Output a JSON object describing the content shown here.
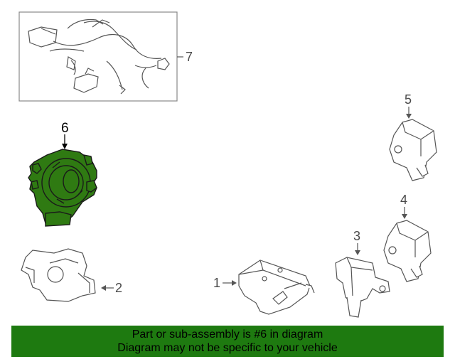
{
  "callouts": {
    "c1": "1",
    "c2": "2",
    "c3": "3",
    "c4": "4",
    "c5": "5",
    "c6": "6",
    "c7": "7"
  },
  "highlight_part": "6",
  "colors": {
    "highlight_fill": "#2f7a12",
    "banner_bg": "#1e7a10",
    "line": "#555555"
  },
  "banner": {
    "line1": "Part or sub-assembly is #6 in diagram",
    "line2": "Diagram may not be specific to your vehicle"
  }
}
